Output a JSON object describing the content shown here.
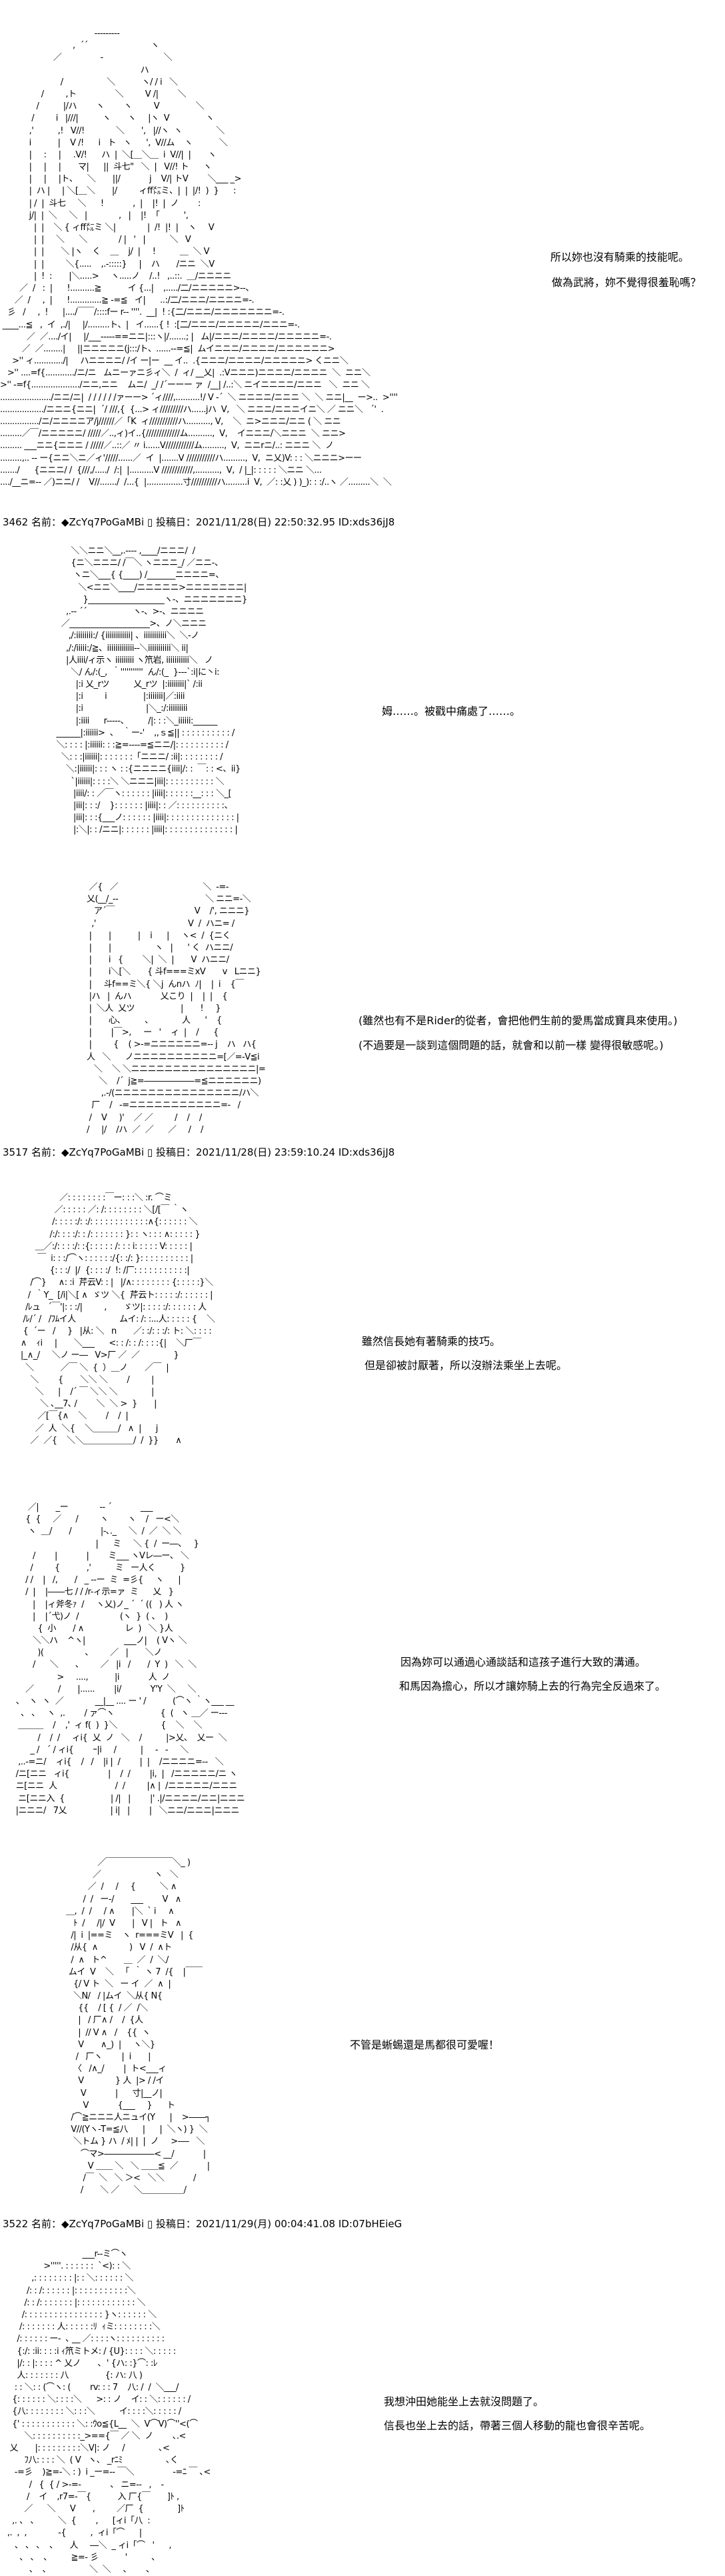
{
  "posts": [
    {
      "art": [
        "                                       ---------",
        "                              ,  ´´                          ヽ",
        "                      ／                ‐                         ＼",
        "                                                          ハ",
        "                         /                  ＼           ヽ/ / i   ＼",
        "                 /         ,ト                ＼         V /|        ＼",
        "               /          |/ハ        ヽ        ヽ         V               ＼",
        "             /         i   |///|          ヽ       ヽ     |ヽ  V               ヽ",
        "            ,'          ,!   V//!             ＼       ',   |//ヽ  ヽ              ＼",
        "            i           |    V /!      i   ト   ヽ      ',  V//ム    ヽ           ＼",
        "            |     :     |     .V/!      ハ  |  ＼[＿＼＿  i  V//|  |       ヽ",
        "            |     |     |       マ|      ||  斗七\"   ＼  |   V//! ト      ヽ",
        "            |     |     |ト、    ＼       ||/            j    V/| トV        ＼___ _>",
        "            |  ハ |     | ＼[＿＼       |/         ィff㍍ミ、|  |  |/!  )  }      :",
        "            | /  |  斗七     ＼      !            ,  |    |!  |  ノ        :",
        "            j/|  |  ＼     ＼   |             ,   |    |!  「          ',",
        "              |  |    ＼ { ィff㍍ミ ＼|             |  /!  |!  |    ヽ     V",
        "              |  |     ＼      ＼             / |   '   |          ＼   V",
        "              |  |       ＼ |ヽ    く    ＿    j/  |     !          ＿  ＼ V",
        "              |  |         ＼{.....    ,.-:::::}     |    ハ       /ニニ  ＼V",
        "              |  !  :       |＼.....>     ヽ.....ノ    /..!   ,..::.  ＿/ニニニニ",
        "        ／  /   :  |      !..........≧           イ {...|    ,...../二/ニニニニニ>--、",
        "      ／  /     ,  |      !.............≧ -=≦   イ|      ..:/二/ニニニ/ニニニニ=-.",
        "   彡   /     ,  !      |..../￣￣/::::fー r-- ''''.  __|  ! :{二/ニニニ/ニニニニニニニ=-.",
        " ____...≦   ,  イ  ,./|     |/.........ト、|   イ......{ !  :[二/ニニニ/ニニニニニ/ニニニ=-.",
        "           ／  ／..../イ|     |/___-----==ニニ|:::ヽ|/.......; |   ム|/ニニニ/ニニニニ/ニニニニニ=-.",
        "         ／  ／........|     ||ニニニニニ(j:::/ト、......--=≦|  ムイニニニ/ニニニニ/ニニニニニニ>",
        "     >'' ィ............/|     ハニニニニ/ /イ ー|ー  __ イ..  .{ニニニ/ニニニニ/ニニニニニ> くニニ＼",
        "   >'' ....=f{............/ニ/ニ   ムニーァニ彡ィ＼  /  ィ/ __乂|  .:Vニニニ)ニニニニ/ニニニニ  ＼  ニニ＼",
        ">'' -=f{..................../ニニ,ニニ    ムニ/  _/ /´ーーー ァ  /__| /..:＼ ニイニニニニ/ニニニ   ＼  ニニ ＼",
        "...................../ニニ/ニ|  / / / / / /ァーー> ´ィ////,..........!/ V -´  ＼ ニニニニ/ニニニ ＼  ＼ ニニ|__  ー>..  >''''",
        "................../ニニニ{ニニ|  ´/ ///,{  {...> ィ/////////ハ......jハ  V,   ＼ ニニニ/ニニニイニ＼ ／ ニニ＼   ´'  .",
        "................/ニ/ニニニニア/j//////／「K  ィ///////////ハ.........., V,    ＼  ニ>ニニニ/ニニ ( ＼ ニニ",
        ".........／￣/ニニニニニ/ /////／..,ィ)イ..{/////////////ム..........,  V,    イニニニ/＼ニニニ  ＼ ニニ>",
        "......... ___ニニ{ニニニ / /////／..::／ 〃 i......V///////////ム.........,  V,  ニニrニ/..: ニニニ ＼  ノ",
        ".........,.. -- ー{ニニ＼ニ／ィ'/////......／  イ  |.......V ///////////ハ.........,  V,  ニ乂)V: : : ＼ニニニ>ーー",
        "......./      {ニニニ/ /  {///,/...../  /:|  |..........V ////////////,..........,  V,  / |_|: : : : : ＼ニニ ＼...",
        "..../__ニ=-- ／)ニニ/ /    V//......./  /...{  |...............寸//////////ハ.........i  V,  ／: :乂 ) )_): : :/..ヽ ／.........＼  ＼"
      ],
      "dialogue": [
        "所以妳也沒有騎乘的技能呢。",
        "做為武將，妳不覺得很羞恥嗎？"
      ],
      "header": "3462 名前：◆ZcYq7PoGaMBi ▯ 投稿日：2021/11/28(日) 22:50:32.95 ID:xds36jJ8"
    },
    {
      "art": [
        "          ＼＼ニニ＼__,.---- ,____/ニニニ/  /",
        "          {ニ＼ニニニ/ /￣＼ ヽニニニ_/ ／ニニ-、",
        "           ヽニ＼___{ {____) /_______ニニニニ=、",
        "             ＼<ニニ＼____/ニニニニニ>ニニニニニニニ|",
        "               }___________________ヽ-、ニニニニニニニ}",
        "        ,.-- ´´                   ヽ-、>-、ニニニニ",
        "      ／____________________>、ノ＼ニニニ",
        "         ,/:iiiiiiii:/ {iiiiiiiiiiii| 、iiiiiiiiiii＼  ＼-ノ",
        "        ,/:/iiiii:/≧、iiiiiiiiiiiii--＼iiiiiiiiiii＼ ii|",
        "        |人iiii/ィ示ヽ iiiiiiiii ヽ笊岩, iiiiiiiiiii＼   ノ",
        "          ＼/ ん/:(_,  ｀'''''''''''  ん/:(_  }---`:i|に丶i:",
        "            |:i 乂_rツ          乂_rツ  |:iiiiiiii|` /:ii",
        "            |:i         i               |:iiiiiii|／:iiii",
        "            |:i                          |＼_:/:iiiiiiiii",
        "            |:iiii      r-----、        /|: : :＼_iiiiii:______",
        "    ______|:iiiiii>  、  ｀ー‐'    ,,ｓ≦|| : : : : : : : : : : /",
        "    ＼: : : : |:iiiiii: : :≧=----=≦ニニ/|: : : : : : : : : : /",
        "      ＼: : :|iiiiii|: : : : : : :「ニニニ/ :ii|: : : : : : : : /",
        "        ＼:|iiiiii|: : : ヽ : :{ニニニニ{iiii|/: :  ￣: : <、ii}",
        "          `|iiiiii|: : : :＼ ＼ニニニ|iii|: : : : : : : : : : ＼",
        "           |iiii/: : ／￣ヽ: : : : : : |iiii|: : : : : :__: : : ＼_[",
        "           |iii|: : :/    }: : : : : : |iiii|: : ／: : : : : : : : : :、",
        "           |iii|: : :{___ノ: : : : : : |iiii|: : : : : : : : : : : : : : |",
        "           |:＼|: : /ニニ|: : : : : : |iiii|: : : : : : : : : : : : : : |"
      ],
      "dialogue": [
        "姆……。被戳中痛處了……。"
      ]
    },
    {
      "art": [
        "            ／{   ／                                   ＼  -=-",
        "           乂(__/_--                                    ＼ ニニ=-＼",
        "              ア´￣                                 V    /', ニニニ}",
        "             ,'                                      V  /  ハニ= /",
        "            |       |           |    i      |     ヽ<  /  {ニく",
        "            |       |                  ヽ   |      ' く  ハニニ/",
        "            |       i   {        ＼|  ＼  |       V  ハニニ/",
        "            |       i＼[＼       { 斗f===ミxV       v   Lニニ}",
        "            |     斗f==ミ＼{ ＼j  んnハ  ﾉ|    |  i    {￣",
        "            |ハ   |  んハ            乂こり  |    |  |    {",
        "            |  ＼人  乂ツ                   |       !     }",
        "            |       心、        、            人      '    {",
        "            |        |￣>,     ー   '    ィ  |    /      {",
        "            |         {    ( >-=ニニニニニニ=-- j    ハ   ハ{",
        "           人   ＼      ノニニニニニニニニニニ=[／=-V≦i",
        "              ＼    ＼ ＼ニニニニニニニニニニニニニニニ|=",
        "                ＼    /´  j≧=――――――=≦ニニニニニニ)",
        "                 ,.-/(ニニニニニニニニニニニニニニニ/ハ＼",
        "             厂    /   -=ニニニニニニニニニニニ=-   /",
        "            /    V     )'    ／ ／         /    /    /",
        "           /     |/    /ハ  ／  ／      ／     /    /"
      ],
      "dialogue": [
        "(雖然也有不是Rider的從者，會把他們生前的愛馬當成寶具來使用。)",
        "(不過要是一談到這個問題的話，就會和以前一樣 變得很敏感呢。)"
      ],
      "header": "3517 名前：◆ZcYq7PoGaMBi ▯ 投稿日：2021/11/28(日) 23:59:10.24 ID:xds36jJ8"
    },
    {
      "art": [
        "                   ／: : : : : : : :￣ー: : :＼ :r. ⌒ミ",
        "                 ／: : : : : ／: /: : : : : : : : ＼[/[￣ ｀ヽ",
        "                /: : : : :/: :/: : : : : : : : : : : :∧{: : : : : : ＼",
        "               /:/: : : :/: : /: : : : : : : }: : ヽ: : : ∧: : : : : }",
        "         ＿／:/: : : :/: :{: : : : : /: : : i: : : : : V: : : : : |",
        "          ￣  i: : :/⌒ヽ: : : : : :/{: :/: }: : : : : : : : : : |",
        "               {: : :/  |/  {: : : :/  !: /厂: : : : : : : : : : :|",
        "       /⌒}     ∧: :i  芹云V: : |   |/∧: : : : : : : : {: : : : :}＼",
        "      /  ｀Y_  [/i|＼[ ∧  ゞツ ＼{  芹云ト: : : : :/: : : : : : |",
        "     /ﾚュ   ´￣'|: : :/|         ,       ゞツ|: : : : :/: : : : : : 人",
        "    /ﾚ/´ /   /ﾌﾑイ人                  ムイ: /: :...人: : : : : {    ＼",
        "    {  ´ー   /     }   |从: ＼   n       ／: :/: : :/: ト: ＼: : : :",
        "   ∧    ｨi     |       ＼___      <: : /: : /: : : :{|    ＼厂￣",
        "   |_∧_/     ＼ノ ー―   V>厂 ／  ／              }",
        "     ＼           ／￣ ＼  {  ）＿ノ       ／￣  |",
        "       ＼        {       ＼＼ ＼        /         |",
        "         ＼      |    /´ ￣ ＼＼ ＼              |",
        "           ＼ ､__7､ /        ＼  ＼ >  }       |",
        "          ／[￣{∧    ＼        /    /  |",
        "         ／  人  ＼{    ＼＿＿＿/   ∧  |      j",
        "       ／  ／{    ＼＼＿＿＿＿＿＿/  /  }}       ∧"
      ],
      "dialogue": [
        "雖然信長她有著騎乘的技巧。",
        "但是卻被討厭著，所以沒辦法乘坐上去呢。"
      ]
    },
    {
      "art": [
        "      ／|       _ー             -- ´            ___",
        "     {  {     ／      /         ヽ        ヽ    /   ー<＼",
        "      ヽ  ＿/       /            |-､._     ＼  /  ／  ＼ ＼",
        "                                  |      ミ     ＼ {  /  ー―、   }",
        "        /        |            |        ミ___ ヽVレ―ー、 ＼",
        "       /         {           ,'          ミ   ー人く          }",
        "     / /    |   /,       /   _ --ー  ミ  =彡{     ヽ      |",
        "     /  |    |――七 / / /r-ィ示=ァ  ミ      乂   }",
        "        |    |ィ斧冬ｧ  /     ヽ乂)ノ_ ´  ´ ((   ) 人 ヽ",
        "        |    |´弋)ノ  /                 (ヽ  }  ( 、  )",
        "          {  小       / ∧                 レ  )   ＼ }人",
        "        ＼＼ハ    ^ヽ|                ___ノ|    ( Vヽ ＼",
        "          )(                 、       ／   |       ＼ノ",
        "        /      ＼       、       ／   |i   /       /  Y  )   ＼  ＼",
        "                  >     ....,           |i            人  ノ",
        "     ／          /       |......        |i/            Y'Y  ＼     ＼",
        " 、  ヽ  ヽ  ／             __|__ .... ー ' /           (⌒ヽ ｀ヽ___ __",
        "   、 、   ヽ  ,.        / ァ⌒ヽ                   {  (   ヽ ＿／ ー---",
        "  ＿＿＿    /    ,'  ィ f(  )  }＼                  {    ＼    ＼",
        "          /    /  /     ィi{  乂  ノ   ＼    /          |>乂、  乂ー  ＼",
        "       _ /   ´ / ィi{        ｰ|i     /          |     -   -     ＼",
        "  ,..-=ニ/    ィi{    /   /    |i |  /        |  |    /ニニニニ=--   ＼",
        " /ニ[ニニ   ィi{                |    /  /        |i,  |   /ニニニニニ/ニ ヽ",
        " ニ[ニニ  人                        /  /         |∧ |  /ニニニニニ/ニニニ",
        "  ニ[ニニ入  {                   | /|   |        |' .|/ニニニニ/ニニ|ニニニ",
        " |ニニニ/   7乂                  | i|   |        |   ＼ニニ/ニニニ|ニニニ"
      ],
      "dialogue": [
        "因為妳可以通過心通談話和這孩子進行大致的溝通。",
        "和馬因為擔心，所以才讓妳騎上去的行為完全反過來了。"
      ]
    },
    {
      "art": [
        "                     ／￣￣￣￣￣￣￣￣＼_ )",
        "                   ／                      ヽ   ＼",
        "                 ／  /     /     {          ＼ ∧",
        "               /  /   ー-/       ___        V   ∧",
        "        ＿,  /  /     / ∧       |＼  ` i     ∧",
        "           ﾄ  /     /|/  V       |   V |   ト   ∧",
        "          /|  i  |==ミ    ヽ  r===ミV   |  {",
        "          /从{  ∧             )   V  /  ∧ト",
        "          /  ∧   ト^       ＿  ／  /  ＼/",
        "         ムイ  V    ＼   「  ｀ ヽ 7  /{    |￣￣",
        "           {/ V ト  ＼   ー イ  ／  ∧  |",
        "           ＼N/   / |ムイ  ＼从{ N{",
        "             {{    / [ {  / ／  /＼",
        "             |   / 厂∧ /    /  {人",
        "             |  // V ∧   /    {{  ヽ",
        "             V       ∧_)  |     ヽ＼}",
        "            /   厂ヽ        |  i       |",
        "           〈   /∧_/        |  ト<___ィ",
        "             V             } 人  |> / /イ",
        "              V            |      寸|__ノ|",
        "               V            {___     }      ト",
        "          /⌒≧ニニニ人ニュイ(Y      |    >――┐",
        "          V//(Yヽ-T=≦八      |      |  ＼ヽ) }  ＼",
        "           ＼トム } ハ  / ﾒ| |  |  ノ     >-―   ＼",
        "              ⌒マ>――――――< __/            |",
        "                 V ＿＿ ＼   ＼ ＿＿≦  ／            |",
        "               /￣  ＼   ＼ ＞<   ＼＼            /",
        "              /       ＼ ／      ＼＿＿＿＿＿/"
      ],
      "dialogue": [
        "不管是蜥蜴還是馬都很可愛喔！"
      ],
      "header": "3522 名前：◆ZcYq7PoGaMBi ▯ 投稿日：2021/11/29(月) 00:04:41.08 ID:07bHEieG"
    },
    {
      "art": [
        "                                  ___r--ミ⌒ヽ",
        "                  >'''''. : : : : : :  `<): : ＼",
        "             ,: : : : : : : : |: : ＼: : : : : : ＼",
        "           /: : /: : : : : : |: : : : : : : : : : :＼",
        "          /: : /: : : : : : : |: : : : : : : : : : : : ＼",
        "         /: : : : : : : : : : : : : : : : }ヽ: : : : : : ＼",
        "        /: : : : : : : 人: : : : : :ﾘ  ｨミ: : : : : : : :＼",
        "       /: : : : : : ー‐  ､ __ ／: : : :ヽ: : : : : : : : : :",
        "       {:/: :ii: : : :i ｨ笊ミトメ: / {U}: : : : ＼: : : : :",
        "       |/: : |: : : : ^ 乂ノ       ､  ' {ハ: :}⌒: :ﾚ",
        "       人: : : : : : : 八               {: ハ: 八 )",
        "      : : ＼: : (⌒ヽ: (        rv: : : 7    八: /  /  ＼___/",
        "     {: : : : : : ＼: : : :＼      >: : ノ    イ: : ＼: : : : : : /",
        "     {八: : : : : : : : ＼: : :＼          イ: : : :＼: : : : : /",
        "     {' : : : : : : : : : : : ＼: :ｳo≦{L__  ＼  V⌒V)⌒''<(⌒",
        "          ＼: : : : : : : : : :_>=={￣ ／ ＼  ノ        ､.<",
        "    乂       |: : : : : : : : :＼V|: ノ     /              ､<",
        "          ﾌ八: : : : ＼  ( V   ヽ、 _rﾆﾐ                  ､く",
        "      -=彡    )≧=-＼ : )  i _ー=-- ￣＼                -=ﾆ ￣ ､<",
        "            /   {  { / >-=-            、 ニ=--   ,    -",
        "           /    イ    ,r7=-￣{           入 厂{￣       ]ﾄ ,",
        "          ／      ＼      V       ,         ／厂  {              ]ﾄ",
        "     ,. 、 、        ＼  {        ,      [ィi「八  :",
        "   ,.  ,  ,             -{          ,  ィi「⌒      |",
        "      、 、 、  、     人     ―＼  _ ィi「⌒   '      ,",
        "        、 、  、        ≧=- 彡           '          、",
        "            、  、                ＼  ＼     、      、"
      ],
      "dialogue": [
        "我想沖田她能坐上去就沒問題了。",
        "信長也坐上去的話，帶著三個人移動的龍也會很辛苦呢。"
      ]
    }
  ]
}
